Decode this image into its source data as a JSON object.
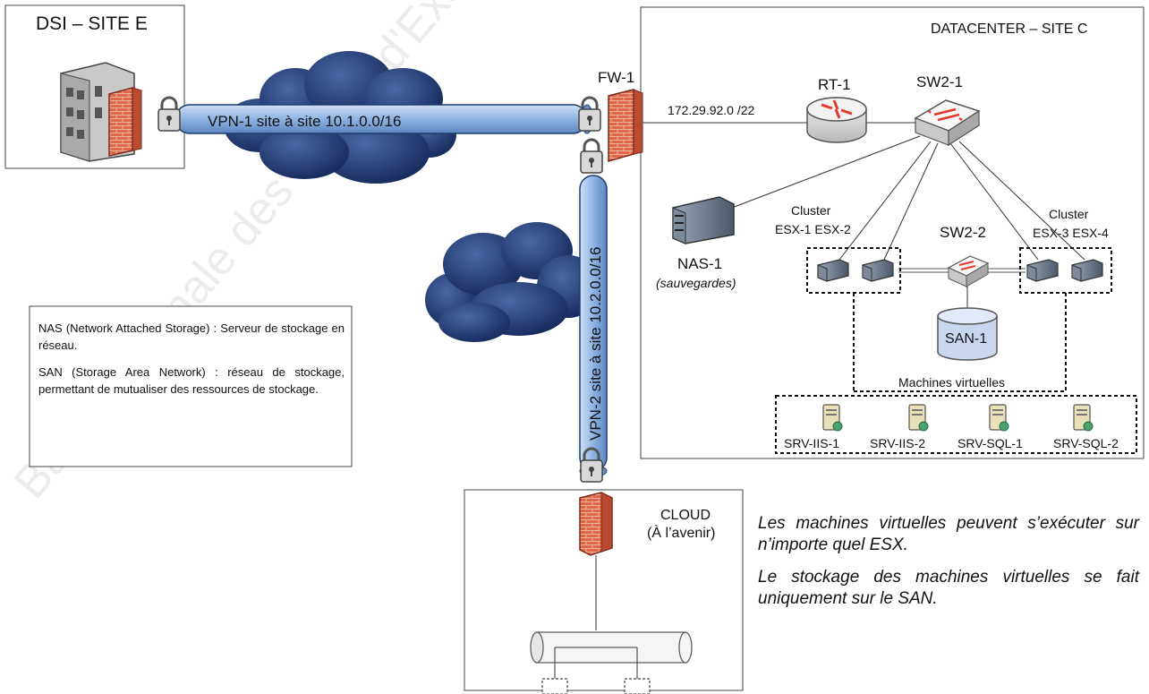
{
  "sites": {
    "dsi": {
      "title": "DSI – SITE E"
    },
    "datacenter": {
      "title": "DATACENTER – SITE C"
    },
    "cloud": {
      "title_line1": "CLOUD",
      "title_line2": "(À l’avenir)"
    }
  },
  "links": {
    "vpn1": "VPN-1 site à site 10.1.0.0/16",
    "vpn2": "VPN-2 site à site 10.2.0.0/16",
    "lan": "172.29.92.0 /22"
  },
  "devices": {
    "fw1": "FW-1",
    "rt1": "RT-1",
    "sw21": "SW2-1",
    "sw22": "SW2-2",
    "nas": "NAS-1",
    "nas_role": "(sauvegardes)",
    "san": "SAN-1",
    "cluster1_line1": "Cluster",
    "cluster1_line2": "ESX-1 ESX-2",
    "cluster2_line1": "Cluster",
    "cluster2_line2": "ESX-3 ESX-4",
    "vm_group": "Machines virtuelles",
    "vms": [
      "SRV-IIS-1",
      "SRV-IIS-2",
      "SRV-SQL-1",
      "SRV-SQL-2"
    ]
  },
  "legend": {
    "nas": "NAS (Network Attached Storage) : Serveur de stockage en réseau.",
    "san": "SAN (Storage Area Network) : réseau de stockage, permettant de mutualiser des ressources de stockage."
  },
  "notes": {
    "note1": "Les machines virtuelles peuvent s’exécuter sur n’importe quel ESX.",
    "note2": "Le stockage des machines virtuelles se fait uniquement sur le SAN."
  },
  "watermark": "Base Nationale des Sujets d'Examens",
  "colors": {
    "pipe": "#8fb4e3",
    "pipe_stroke": "#1c3d6e",
    "cloud": "#1d3a73",
    "firewall": "#e0664a",
    "san": "#c9d6f0"
  }
}
